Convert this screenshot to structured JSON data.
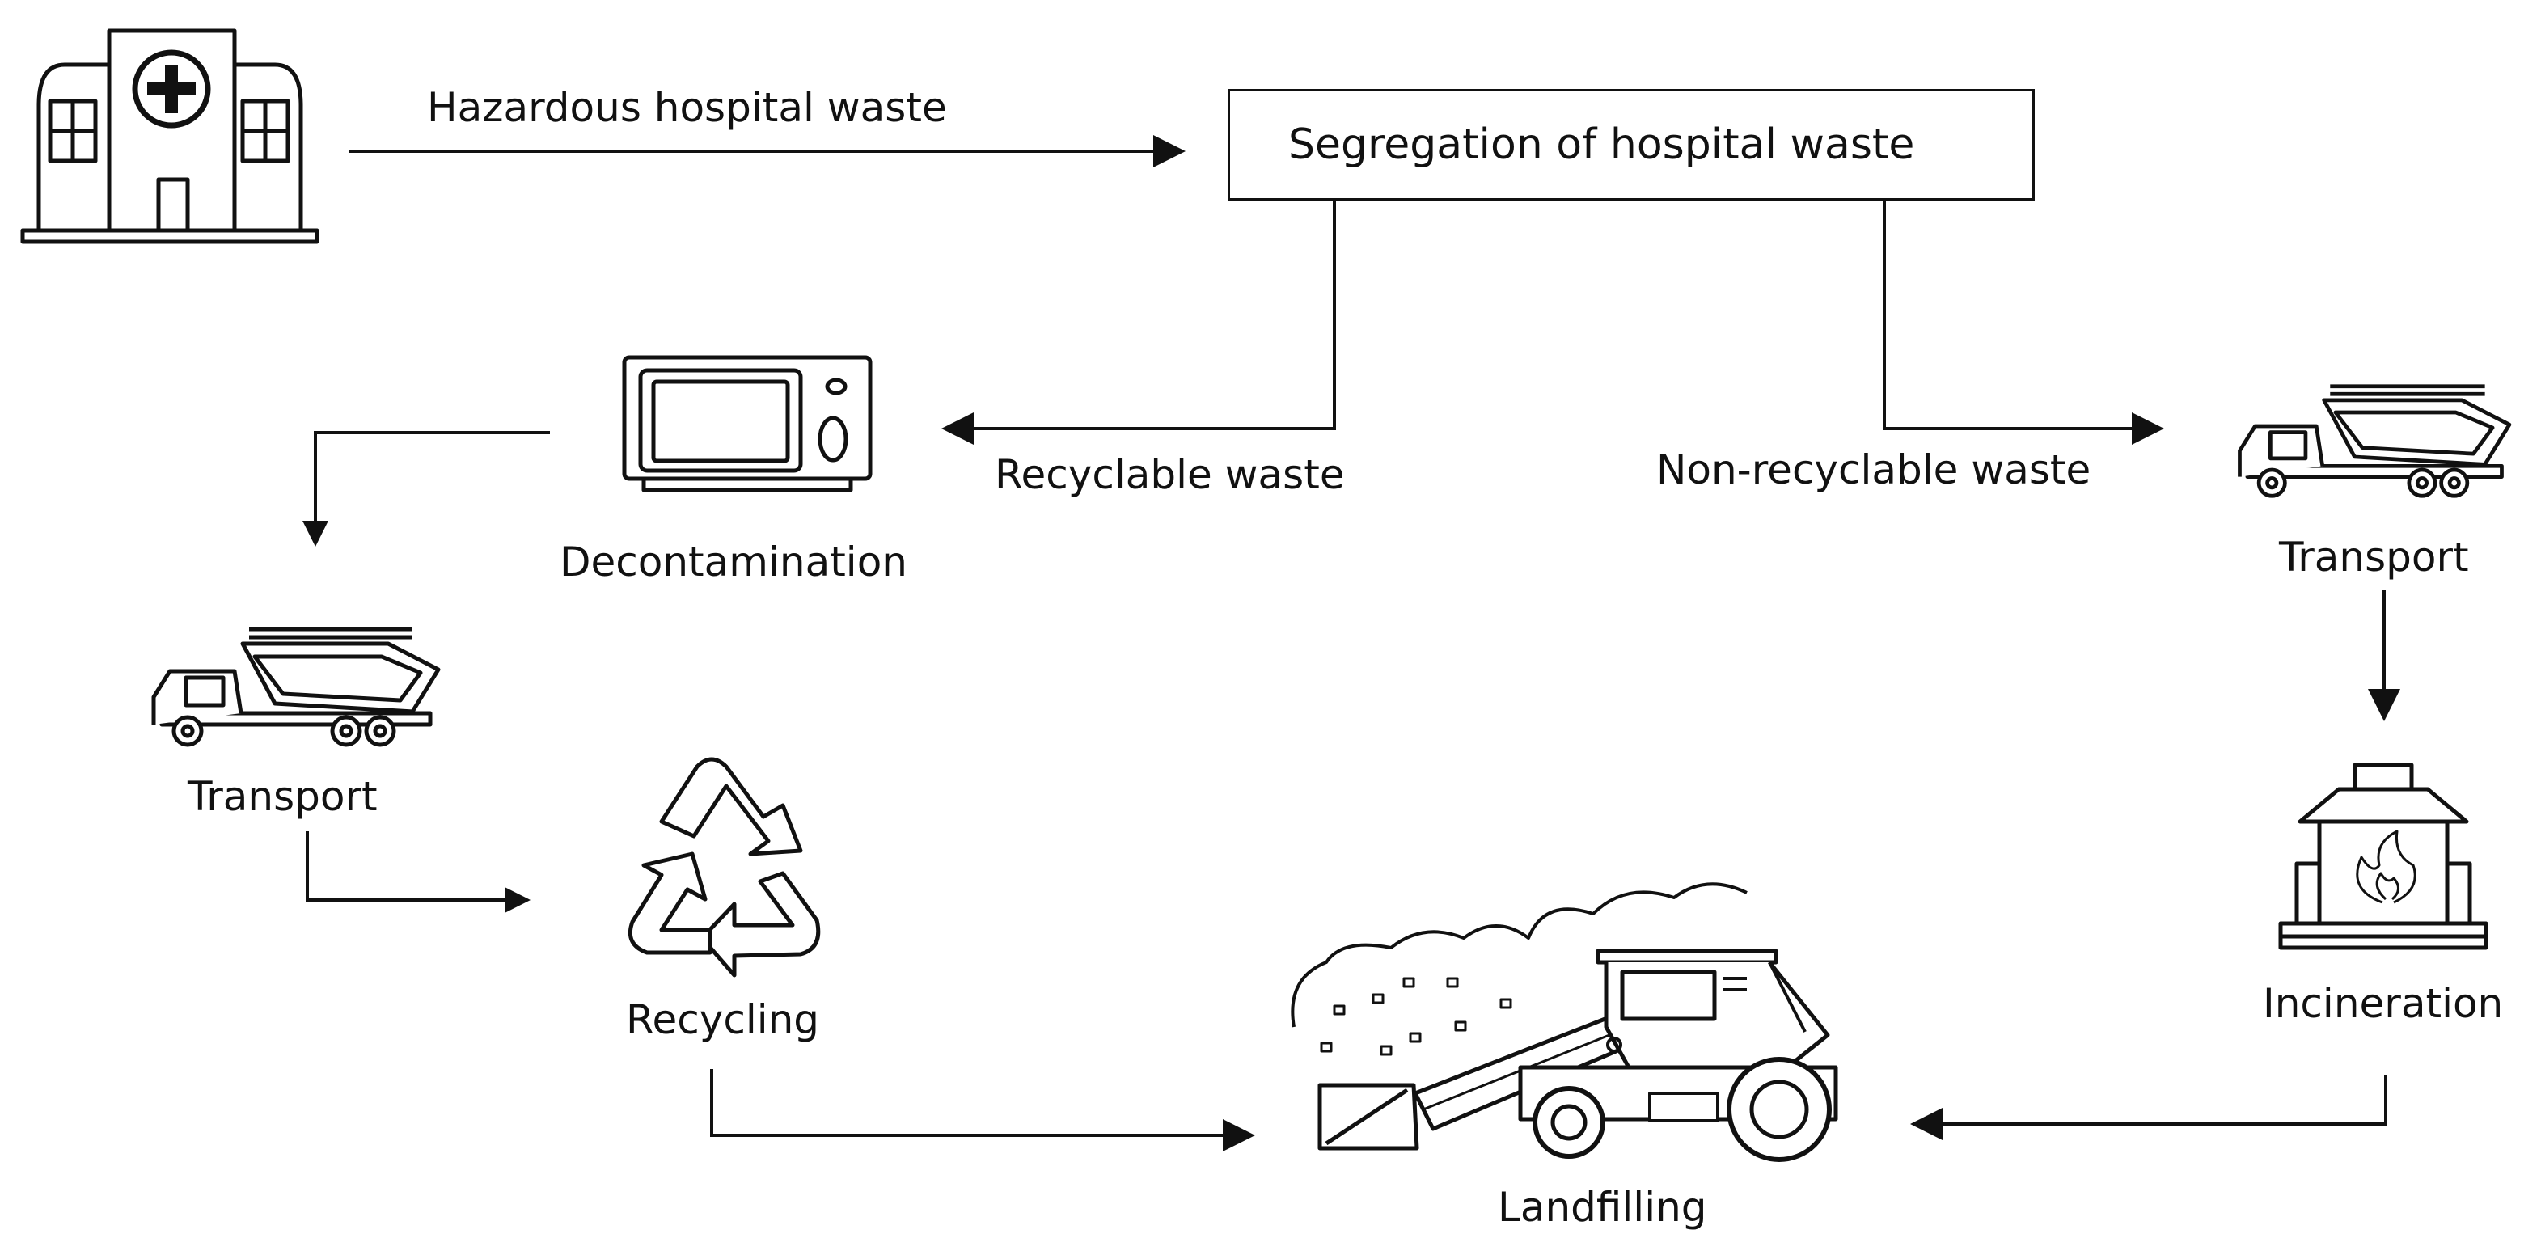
{
  "diagram": {
    "source_label": "Hazardous hospital waste",
    "segregation_label": "Segregation of hospital waste",
    "recyclable_label": "Recyclable waste",
    "non_recyclable_label": "Non-recyclable waste",
    "decontamination_label": "Decontamination",
    "transport_left_label": "Transport",
    "transport_right_label": "Transport",
    "recycling_label": "Recycling",
    "incineration_label": "Incineration",
    "landfilling_label": "Landfilling"
  },
  "icons": {
    "hospital": "hospital-icon",
    "microwave": "microwave-icon",
    "truck": "dump-truck-icon",
    "recycle": "recycle-icon",
    "incinerator": "incinerator-icon",
    "landfill": "landfill-loader-icon"
  },
  "colors": {
    "stroke": "#111111",
    "background": "#ffffff"
  }
}
